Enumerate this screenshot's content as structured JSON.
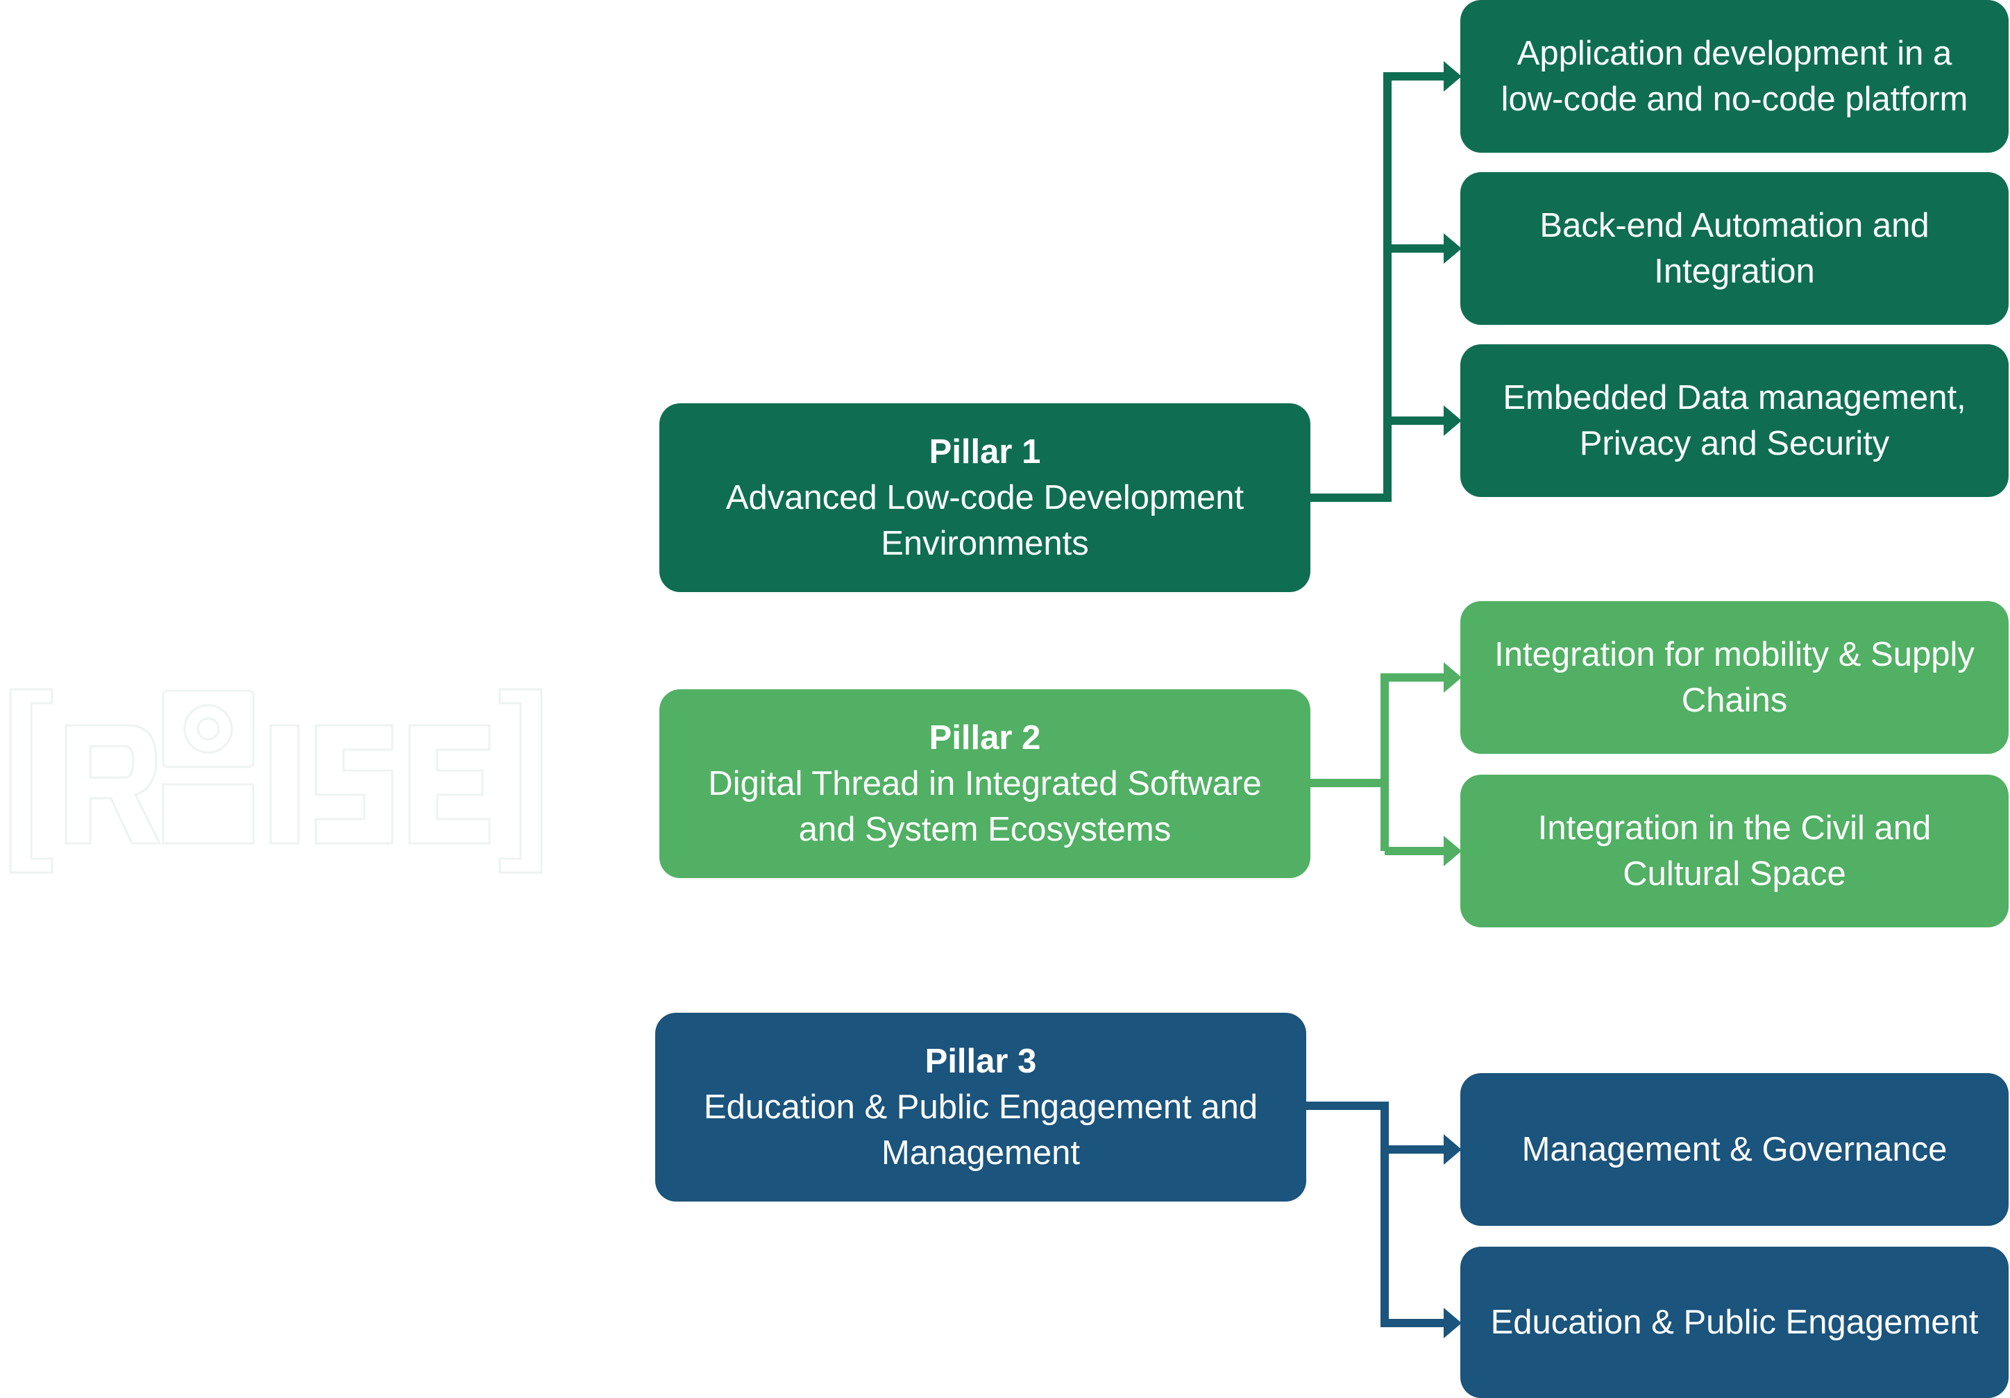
{
  "logo": {
    "text": "[R@ISE]"
  },
  "pillars": [
    {
      "title": "Pillar 1",
      "subtitle": "Advanced Low-code Development Environments",
      "color": "#0f6e52",
      "children": [
        "Application development in a low-code and no-code platform",
        "Back-end Automation and Integration",
        "Embedded Data management, Privacy and Security"
      ]
    },
    {
      "title": "Pillar 2",
      "subtitle": "Digital Thread in Integrated Software and System Ecosystems",
      "color": "#51b064",
      "children": [
        "Integration for mobility & Supply Chains",
        "Integration in the Civil and Cultural Space"
      ]
    },
    {
      "title": "Pillar 3",
      "subtitle": "Education & Public Engagement and Management",
      "color": "#1b547c",
      "children": [
        "Management & Governance",
        "Education & Public Engagement"
      ]
    }
  ]
}
